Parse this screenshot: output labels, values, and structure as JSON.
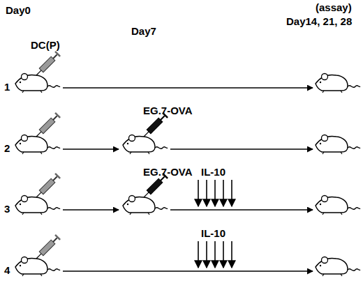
{
  "diagram": {
    "labels": [
      "Day0",
      "Day7",
      "(assay)",
      "Day14, 21, 28",
      "DC(P)",
      "1",
      "EG.7-OVA",
      "2",
      "EG.7-OVA",
      "IL-10",
      "3",
      "IL-10",
      "4"
    ]
  }
}
